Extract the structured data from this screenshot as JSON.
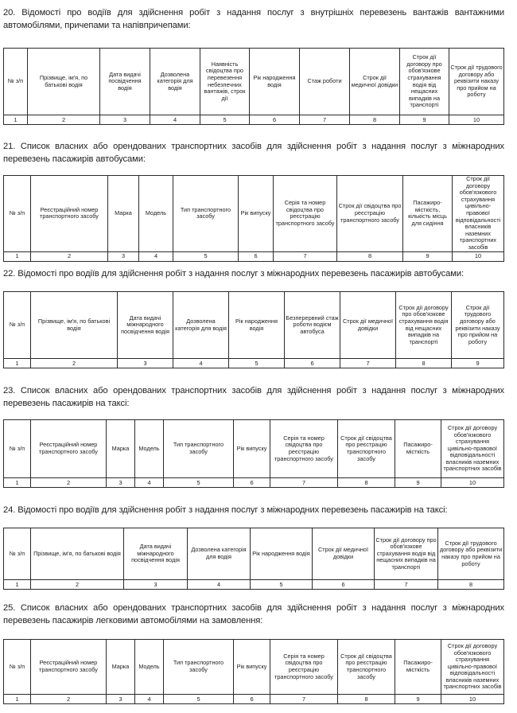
{
  "sections": [
    {
      "title": "20. Відомості про водіїв для здійснення робіт з надання послуг з внутрішніх перевезень вантажів вантажними автомобілями, причепами та напівпричепами:",
      "headers": [
        "№ з/п",
        "Прізвище, ім'я, по батькові водія",
        "Дата видачі посвідчення водія",
        "Дозволена категорія для водія",
        "Наявність свідоцтва про перевезення небезпечних вантажів, строк дії",
        "Рік народження водія",
        "Стаж роботи",
        "Строк дії медичної довідки",
        "Строк дії договору про обов'язкове страхування водія від нещасних випадків на транспорті",
        "Строк дії трудового договору або реквізити наказу про прийом на роботу"
      ],
      "numbers": [
        "1",
        "2",
        "3",
        "4",
        "5",
        "6",
        "7",
        "8",
        "9",
        "10"
      ]
    },
    {
      "title": "21. Список власних або орендованих транспортних засобів для здійснення робіт з надання послуг з міжнародних перевезень пасажирів автобусами:",
      "headers": [
        "№ з/п",
        "Реєстраційний номер транспортного засобу",
        "Марка",
        "Модель",
        "Тип транспортного засобу",
        "Рік випуску",
        "Серія та номер свідоцтва про реєстрацію транспортного засобу",
        "Строк дії свідоцтва про реєстрацію транспортного засобу",
        "Пасажиро-місткість, кількість місць для сидіння",
        "Строк дії договору обов'язкового страхування цивільно- правової відповідальності власників наземних транспортних засобів"
      ],
      "numbers": [
        "1",
        "2",
        "3",
        "4",
        "5",
        "6",
        "7",
        "8",
        "9",
        "10"
      ]
    },
    {
      "title": "22. Відомості про водіїв для здійснення робіт з надання послуг з міжнародних перевезень пасажирів автобусами:",
      "headers": [
        "№ з/п",
        "Прізвище, ім'я, по батькові водія",
        "Дата видачі міжнародного посвідчення водія",
        "Дозволена категорія для водія",
        "Рік народження водія",
        "Безперервний стаж роботи водієм автобуса",
        "Строк дії медичної довідки",
        "Строк дії договору про обов'язкове страхування водія від нещасних випадків на транспорті",
        "Строк дії трудового договору або реквізити наказу про прийом на роботу"
      ],
      "numbers": [
        "1",
        "2",
        "3",
        "4",
        "5",
        "6",
        "7",
        "8",
        "9"
      ]
    },
    {
      "title": "23. Список власних або орендованих транспортних засобів для здійснення робіт з надання послуг з міжнародних перевезень пасажирів на таксі:",
      "headers": [
        "№ з/п",
        "Реєстраційний номер транспортного засобу",
        "Марка",
        "Модель",
        "Тип транспортного засобу",
        "Рік випуску",
        "Серія та номер свідоцтва про реєстрацію транспортного засобу",
        "Строк дії свідоцтва про реєстрацію транспортного засобу",
        "Пасажиро-місткість",
        "Строк дії договору обов'язкового страхування цивільно-правової відповідальності власників наземних транспортних засобів"
      ],
      "numbers": [
        "1",
        "2",
        "3",
        "4",
        "5",
        "6",
        "7",
        "8",
        "9",
        "10"
      ]
    },
    {
      "title": "24. Відомості про водіїв для здійснення робіт з надання послуг з міжнародних перевезень пасажирів на таксі:",
      "headers": [
        "№ з/п",
        "Прізвище, ім'я, по батькові водія",
        "Дата видачі міжнародного посвідчення водія",
        "Дозволена категорія для водія",
        "Рік народження водія",
        "Строк дії медичної довідки",
        "Строк дії договору про обов'язкове страхування водія від нещасних випадків на транспорті",
        "Строк дії трудового договору або реквізити наказу про прийом на роботу"
      ],
      "numbers": [
        "1",
        "2",
        "3",
        "4",
        "5",
        "6",
        "7",
        "8"
      ]
    },
    {
      "title": "25. Список власних або орендованих транспортних засобів для здійснення робіт з надання послуг з міжнародних перевезень пасажирів легковими автомобілями на замовлення:",
      "headers": [
        "№ з/п",
        "Реєстраційний номер транспортного засобу",
        "Марка",
        "Модель",
        "Тип транспортного засобу",
        "Рік випуску",
        "Серія та номер свідоцтва про реєстрацію транспортного засобу",
        "Строк дії свідоцтва про реєстрацію транспортного засобу",
        "Пасажиро-місткість",
        "Строк дії договору обов'язкового страхування цивільно-правової відповідальності власників наземних транспортних засобів"
      ],
      "numbers": [
        "1",
        "2",
        "3",
        "4",
        "5",
        "6",
        "7",
        "8",
        "9",
        "10"
      ]
    }
  ]
}
